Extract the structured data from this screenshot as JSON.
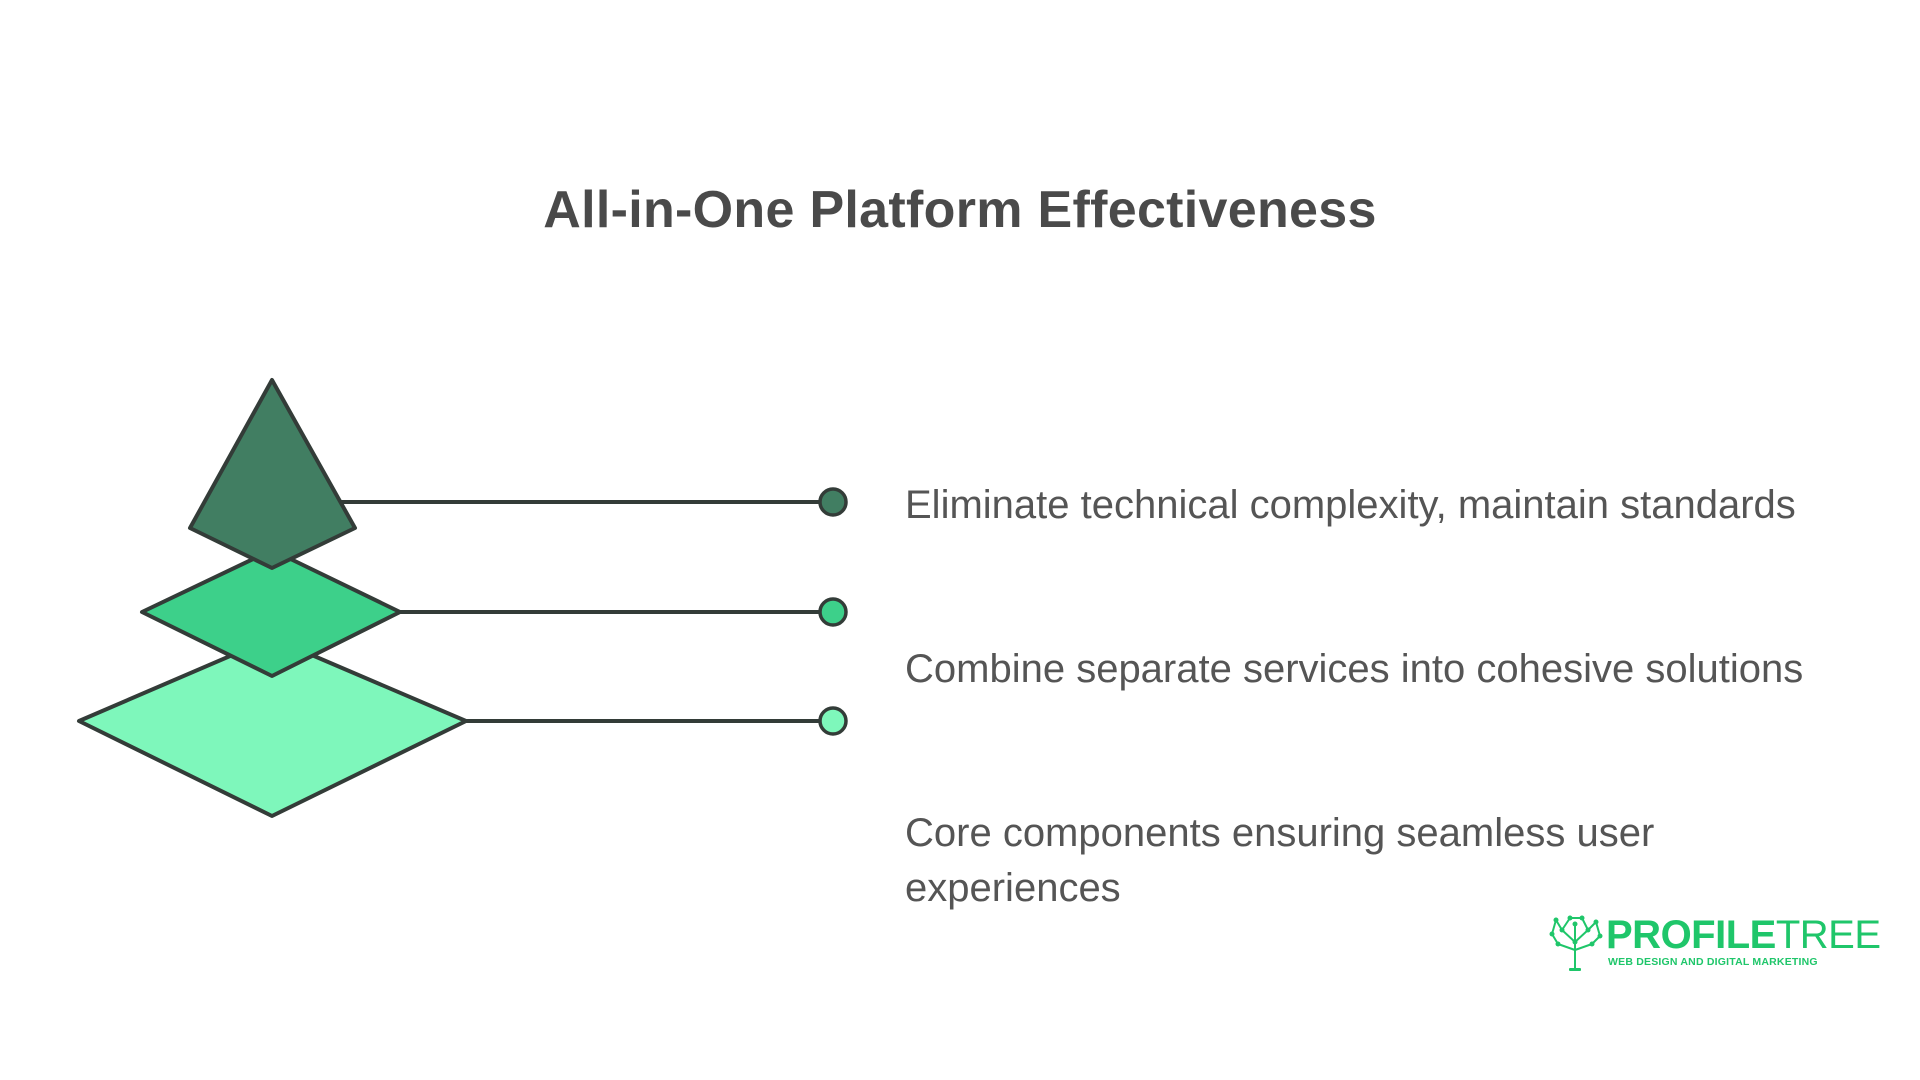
{
  "title": "All-in-One Platform Effectiveness",
  "levels": [
    {
      "label": "Eliminate technical complexity, maintain standards",
      "color": "#417e62"
    },
    {
      "label": "Combine separate services into cohesive solutions",
      "color": "#3dd08a"
    },
    {
      "label": "Core components ensuring seamless user experiences",
      "color": "#7ef7bb"
    }
  ],
  "logo": {
    "name_bold": "PROFILE",
    "name_light": "TREE",
    "tagline": "WEB DESIGN AND DIGITAL MARKETING",
    "color": "#1fc66a",
    "icon": "tree-icon"
  },
  "colors": {
    "outline": "#333c38",
    "text": "#555555",
    "title": "#4a4a4a"
  }
}
